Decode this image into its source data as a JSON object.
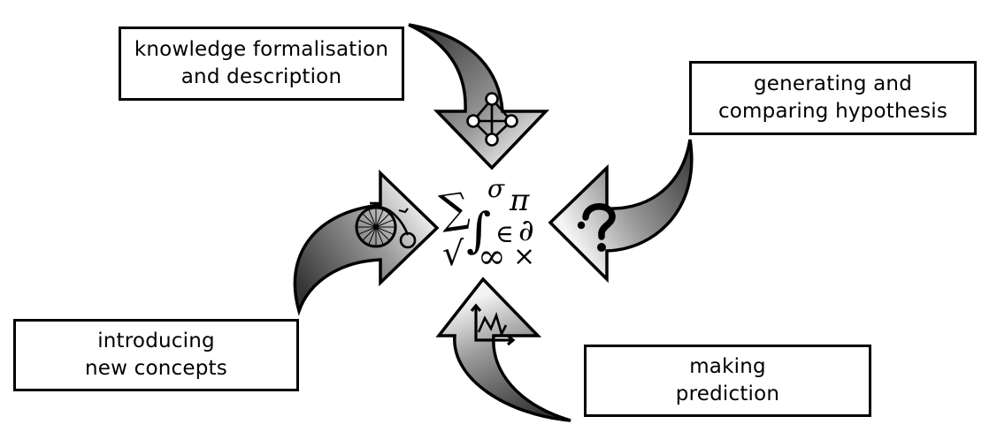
{
  "boxes": {
    "knowledge": {
      "line1": "knowledge formalisation",
      "line2": "and description"
    },
    "hypothesis": {
      "line1": "generating and",
      "line2": "comparing hypothesis"
    },
    "concepts": {
      "line1": "introducing",
      "line2": "new concepts"
    },
    "prediction": {
      "line1": "making",
      "line2": "prediction"
    }
  },
  "arrows": [
    {
      "id": "knowledge",
      "icon": "network-graph-icon",
      "points_to": "center"
    },
    {
      "id": "hypothesis",
      "icon": "question-mark-icon",
      "points_to": "center"
    },
    {
      "id": "prediction",
      "icon": "line-chart-icon",
      "points_to": "center"
    },
    {
      "id": "concepts",
      "icon": "penny-farthing-bicycle-icon",
      "points_to": "center"
    }
  ],
  "center_symbols": {
    "sum": "∑",
    "sigma": "σ",
    "pi": "π",
    "root": "√",
    "integral": "∫",
    "element": "∈",
    "partial": "∂",
    "infinity": "∞",
    "times": "×"
  },
  "colors": {
    "outline": "#000000",
    "gradient_dark": "#3c3c3c",
    "gradient_light": "#f2f2f2"
  }
}
